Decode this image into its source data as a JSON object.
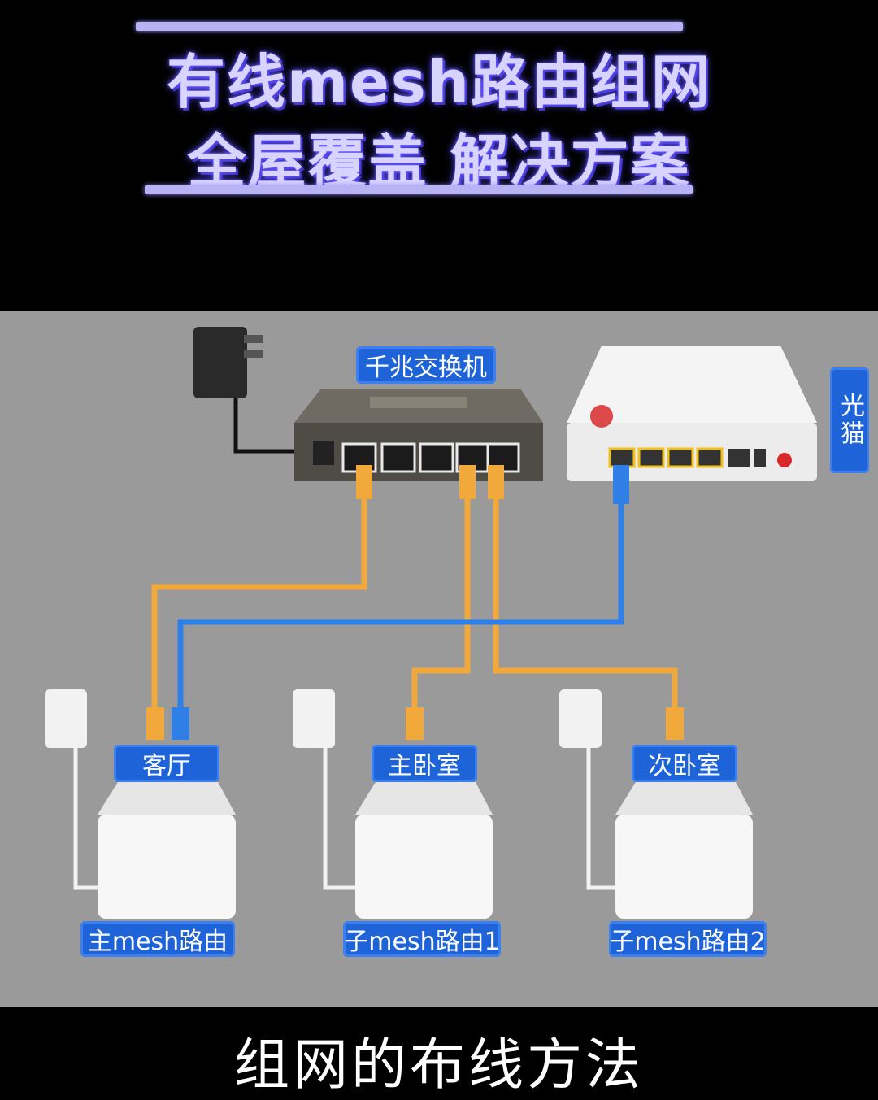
{
  "title": {
    "line1": "有线mesh路由组网",
    "line2": "全屋覆盖 解决方案"
  },
  "labels": {
    "switch": "千兆交换机",
    "modem": "光猫",
    "living_room": "客厅",
    "master_bedroom": "主卧室",
    "second_bedroom": "次卧室",
    "main_router": "主mesh路由",
    "sub_router_1": "子mesh路由1",
    "sub_router_2": "子mesh路由2"
  },
  "caption": "组网的布线方法",
  "colors": {
    "cable_orange": "#f2a93b",
    "cable_blue": "#2f7fe6",
    "label_blue": "#1f63d8",
    "background": "#9a9a9a"
  }
}
